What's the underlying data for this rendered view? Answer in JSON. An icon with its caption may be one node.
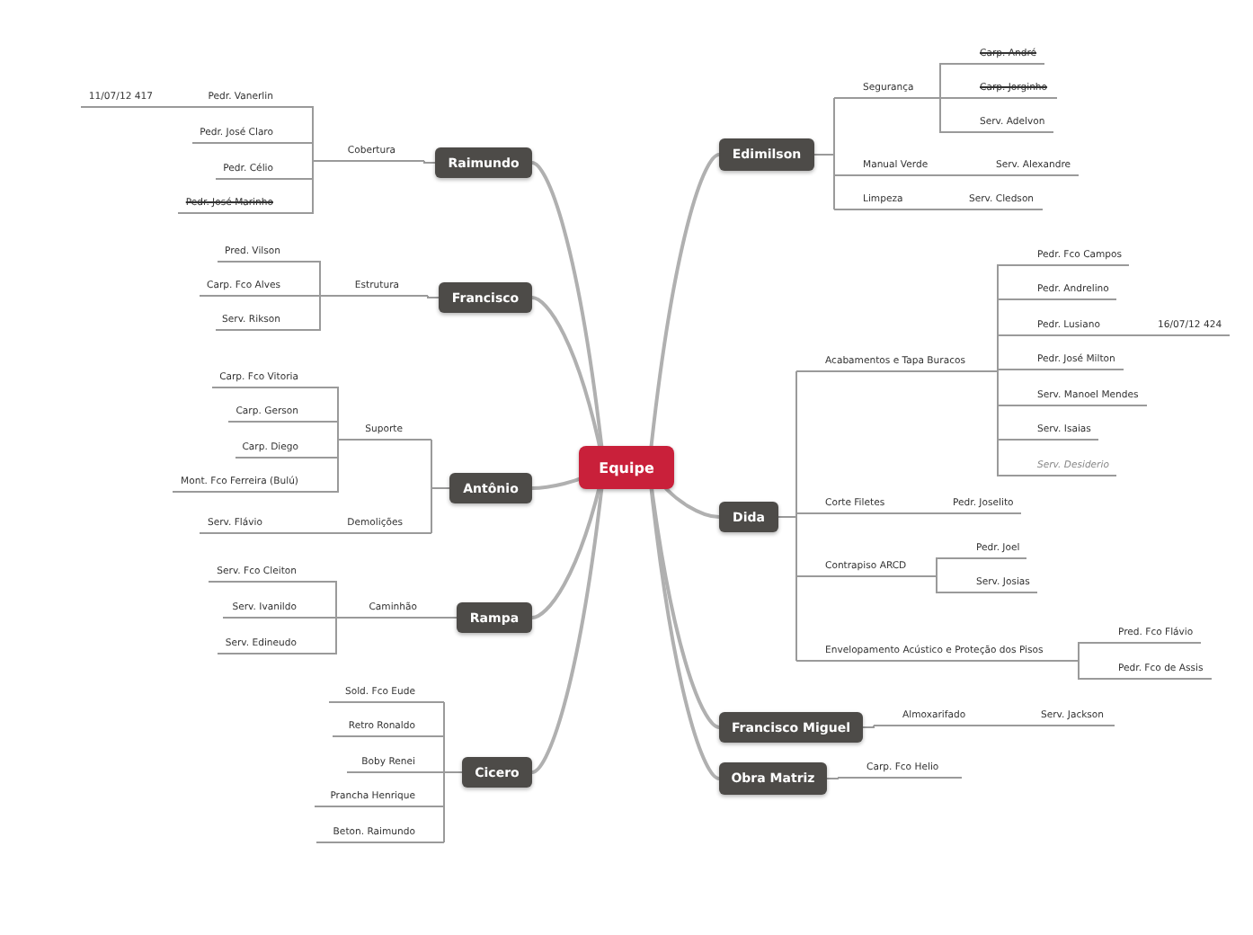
{
  "diagram": {
    "nodes": [
      {
        "text": [
          "Equipe"
        ]
      },
      {
        "text": [
          "Raimundo"
        ]
      },
      {
        "text": [
          "Cobertura"
        ]
      },
      {
        "text": [
          "Pedr. Vanerlin"
        ]
      },
      {
        "text": [
          "11/07/12 417"
        ]
      },
      {
        "text": [
          "Pedr. José Claro"
        ]
      },
      {
        "text": [
          "Pedr. Célio"
        ]
      },
      {
        "text": [
          "Pedr. José Marinho"
        ]
      },
      {
        "text": [
          "Francisco"
        ]
      },
      {
        "text": [
          "Estrutura"
        ]
      },
      {
        "text": [
          "Pred. Vilson"
        ]
      },
      {
        "text": [
          "Carp. Fco Alves"
        ]
      },
      {
        "text": [
          "Serv. Rikson"
        ]
      },
      {
        "text": [
          "Antônio"
        ]
      },
      {
        "text": [
          "Suporte"
        ]
      },
      {
        "text": [
          "Carp. Fco Vitoria"
        ]
      },
      {
        "text": [
          "Carp. Gerson"
        ]
      },
      {
        "text": [
          "Carp. Diego"
        ]
      },
      {
        "text": [
          "Mont. Fco Ferreira (Bulú)"
        ]
      },
      {
        "text": [
          "Demolições"
        ]
      },
      {
        "text": [
          "Serv. Flávio"
        ]
      },
      {
        "text": [
          "Rampa"
        ]
      },
      {
        "text": [
          "Caminhão"
        ]
      },
      {
        "text": [
          "Serv. Fco Cleiton"
        ]
      },
      {
        "text": [
          "Serv. Ivanildo"
        ]
      },
      {
        "text": [
          "Serv. Edineudo"
        ]
      },
      {
        "text": [
          "Cicero"
        ]
      },
      {
        "text": [
          "Sold. Fco Eude"
        ]
      },
      {
        "text": [
          "Retro Ronaldo"
        ]
      },
      {
        "text": [
          "Boby Renei"
        ]
      },
      {
        "text": [
          "Prancha Henrique"
        ]
      },
      {
        "text": [
          "Beton. Raimundo"
        ]
      },
      {
        "text": [
          "Edimilson"
        ]
      },
      {
        "text": [
          "Segurança"
        ]
      },
      {
        "text": [
          "Carp. André"
        ]
      },
      {
        "text": [
          "Carp. Jorginho"
        ]
      },
      {
        "text": [
          "Serv. Adelvon"
        ]
      },
      {
        "text": [
          "Manual Verde"
        ]
      },
      {
        "text": [
          "Serv. Alexandre"
        ]
      },
      {
        "text": [
          "Limpeza"
        ]
      },
      {
        "text": [
          "Serv. Cledson"
        ]
      },
      {
        "text": [
          "Dida"
        ]
      },
      {
        "text": [
          "Acabamentos e Tapa Buracos"
        ]
      },
      {
        "text": [
          "Pedr. Fco Campos"
        ]
      },
      {
        "text": [
          "Pedr. Andrelino"
        ]
      },
      {
        "text": [
          "Pedr. Lusiano"
        ]
      },
      {
        "text": [
          "16/07/12 424"
        ]
      },
      {
        "text": [
          "Pedr. José Milton"
        ]
      },
      {
        "text": [
          "Serv. Manoel Mendes"
        ]
      },
      {
        "text": [
          "Serv. Isaias"
        ]
      },
      {
        "text": [
          "Serv. Desiderio"
        ]
      },
      {
        "text": [
          "Corte Filetes"
        ]
      },
      {
        "text": [
          "Pedr. Joselito"
        ]
      },
      {
        "text": [
          "Contrapiso ARCD"
        ]
      },
      {
        "text": [
          "Pedr. Joel"
        ]
      },
      {
        "text": [
          "Serv. Josias"
        ]
      },
      {
        "text": [
          "Envelopamento Acústico e Proteção dos Pisos"
        ]
      },
      {
        "text": [
          "Pred. Fco Flávio"
        ]
      },
      {
        "text": [
          "Pedr. Fco de Assis"
        ]
      },
      {
        "text": [
          "Francisco Miguel"
        ]
      },
      {
        "text": [
          "Almoxarifado"
        ]
      },
      {
        "text": [
          "Serv. Jackson"
        ]
      },
      {
        "text": [
          "Obra Matriz"
        ]
      },
      {
        "text": [
          "Carp. Fco Helio"
        ]
      }
    ],
    "edges": [
      {
        "from": 0,
        "to": 1,
        "arrow": "none"
      },
      {
        "from": 1,
        "to": 2,
        "arrow": "none"
      },
      {
        "from": 2,
        "to": 3,
        "arrow": "none"
      },
      {
        "from": 3,
        "to": 4,
        "arrow": "none"
      },
      {
        "from": 2,
        "to": 5,
        "arrow": "none"
      },
      {
        "from": 2,
        "to": 6,
        "arrow": "none"
      },
      {
        "from": 2,
        "to": 7,
        "arrow": "none"
      },
      {
        "from": 0,
        "to": 8,
        "arrow": "none"
      },
      {
        "from": 8,
        "to": 9,
        "arrow": "none"
      },
      {
        "from": 9,
        "to": 10,
        "arrow": "none"
      },
      {
        "from": 9,
        "to": 11,
        "arrow": "none"
      },
      {
        "from": 9,
        "to": 12,
        "arrow": "none"
      },
      {
        "from": 0,
        "to": 13,
        "arrow": "none"
      },
      {
        "from": 13,
        "to": 14,
        "arrow": "none"
      },
      {
        "from": 14,
        "to": 15,
        "arrow": "none"
      },
      {
        "from": 14,
        "to": 16,
        "arrow": "none"
      },
      {
        "from": 14,
        "to": 17,
        "arrow": "none"
      },
      {
        "from": 14,
        "to": 18,
        "arrow": "none"
      },
      {
        "from": 13,
        "to": 19,
        "arrow": "none"
      },
      {
        "from": 19,
        "to": 20,
        "arrow": "none"
      },
      {
        "from": 0,
        "to": 21,
        "arrow": "none"
      },
      {
        "from": 21,
        "to": 22,
        "arrow": "none"
      },
      {
        "from": 22,
        "to": 23,
        "arrow": "none"
      },
      {
        "from": 22,
        "to": 24,
        "arrow": "none"
      },
      {
        "from": 22,
        "to": 25,
        "arrow": "none"
      },
      {
        "from": 0,
        "to": 26,
        "arrow": "none"
      },
      {
        "from": 26,
        "to": 27,
        "arrow": "none"
      },
      {
        "from": 26,
        "to": 28,
        "arrow": "none"
      },
      {
        "from": 26,
        "to": 29,
        "arrow": "none"
      },
      {
        "from": 26,
        "to": 30,
        "arrow": "none"
      },
      {
        "from": 26,
        "to": 31,
        "arrow": "none"
      },
      {
        "from": 0,
        "to": 32,
        "arrow": "none"
      },
      {
        "from": 32,
        "to": 33,
        "arrow": "none"
      },
      {
        "from": 33,
        "to": 34,
        "arrow": "none"
      },
      {
        "from": 33,
        "to": 35,
        "arrow": "none"
      },
      {
        "from": 33,
        "to": 36,
        "arrow": "none"
      },
      {
        "from": 32,
        "to": 37,
        "arrow": "none"
      },
      {
        "from": 37,
        "to": 38,
        "arrow": "none"
      },
      {
        "from": 32,
        "to": 39,
        "arrow": "none"
      },
      {
        "from": 39,
        "to": 40,
        "arrow": "none"
      },
      {
        "from": 0,
        "to": 41,
        "arrow": "none"
      },
      {
        "from": 41,
        "to": 42,
        "arrow": "none"
      },
      {
        "from": 42,
        "to": 43,
        "arrow": "none"
      },
      {
        "from": 42,
        "to": 44,
        "arrow": "none"
      },
      {
        "from": 42,
        "to": 45,
        "arrow": "none"
      },
      {
        "from": 45,
        "to": 46,
        "arrow": "none"
      },
      {
        "from": 42,
        "to": 47,
        "arrow": "none"
      },
      {
        "from": 42,
        "to": 48,
        "arrow": "none"
      },
      {
        "from": 42,
        "to": 49,
        "arrow": "none"
      },
      {
        "from": 42,
        "to": 50,
        "arrow": "none"
      },
      {
        "from": 41,
        "to": 51,
        "arrow": "none"
      },
      {
        "from": 51,
        "to": 52,
        "arrow": "none"
      },
      {
        "from": 41,
        "to": 53,
        "arrow": "none"
      },
      {
        "from": 53,
        "to": 54,
        "arrow": "none"
      },
      {
        "from": 53,
        "to": 55,
        "arrow": "none"
      },
      {
        "from": 41,
        "to": 56,
        "arrow": "none"
      },
      {
        "from": 56,
        "to": 57,
        "arrow": "none"
      },
      {
        "from": 56,
        "to": 58,
        "arrow": "none"
      },
      {
        "from": 0,
        "to": 59,
        "arrow": "none"
      },
      {
        "from": 59,
        "to": 60,
        "arrow": "none"
      },
      {
        "from": 60,
        "to": 61,
        "arrow": "none"
      },
      {
        "from": 0,
        "to": 62,
        "arrow": "none"
      },
      {
        "from": 62,
        "to": 63,
        "arrow": "none"
      }
    ]
  }
}
